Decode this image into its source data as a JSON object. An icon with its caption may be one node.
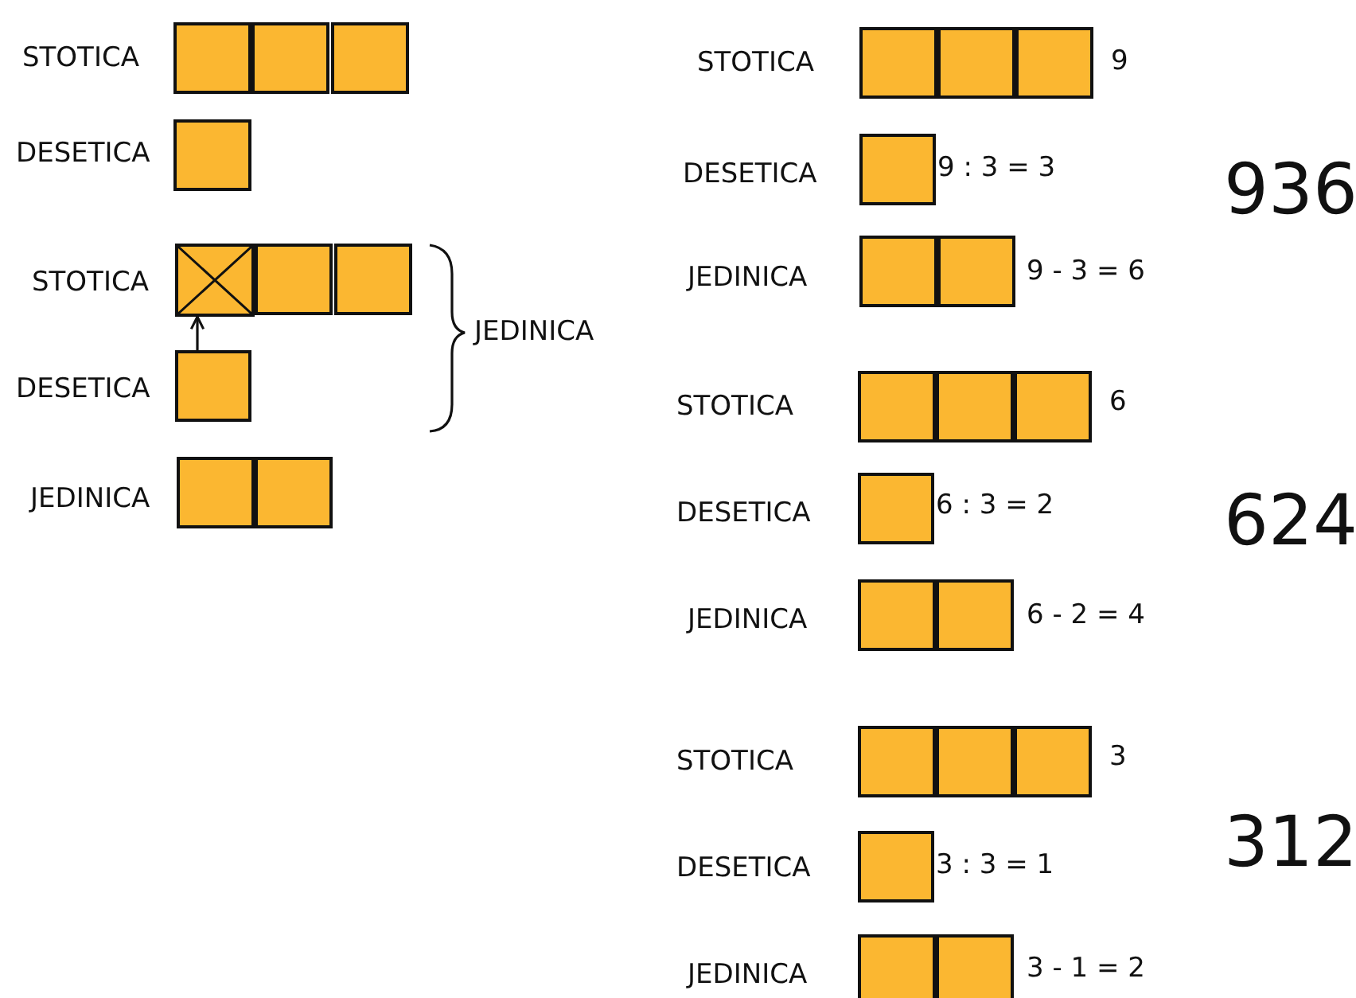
{
  "diagram": {
    "nodes": [
      {
        "text": [],
        "shape": "box"
      },
      {
        "text": [],
        "shape": "box"
      }
    ],
    "edges": [
      {
        "from": 1,
        "to": 0,
        "arrow": "to"
      }
    ],
    "labels": [
      "STOTICA",
      "DESETICA",
      "STOTICA",
      "DESETICA",
      "JEDINICA",
      "JEDINICA",
      "STOTICA",
      "9",
      "DESETICA",
      "9 : 3 = 3",
      "936",
      "JEDINICA",
      "9 - 3 = 6",
      "STOTICA",
      "6",
      "DESETICA",
      "6 : 3 = 2",
      "624",
      "JEDINICA",
      "6 - 2 = 4",
      "STOTICA",
      "3",
      "DESETICA",
      "3 : 3 = 1",
      "312",
      "JEDINICA",
      "3 - 1 = 2"
    ]
  }
}
